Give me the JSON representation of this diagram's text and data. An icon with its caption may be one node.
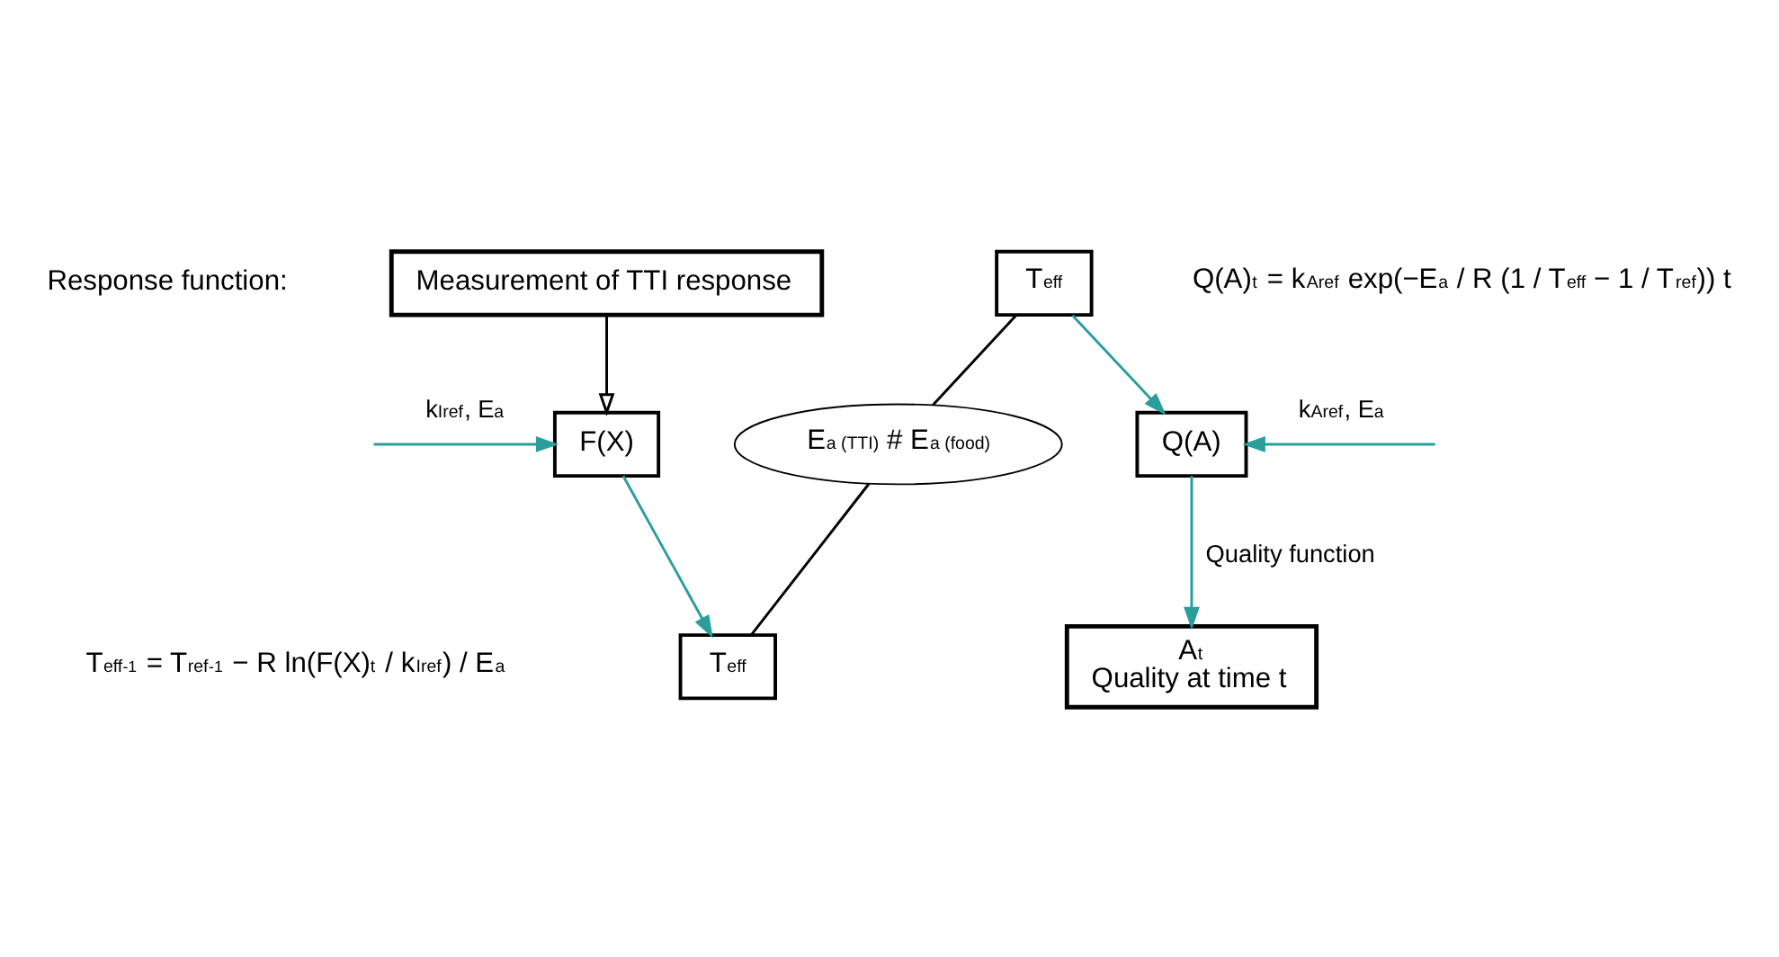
{
  "diagram": {
    "nodes": [
      {
        "text": [
          "Measurement of TTI response"
        ]
      },
      {
        "text": [
          "F(X)"
        ]
      },
      {
        "text": [
          "T$_{eff}$"
        ]
      },
      {
        "text": [
          "E$_{a (TTI)}$ # E$_{a (food)}$"
        ]
      },
      {
        "text": [
          "T$_{eff}$"
        ]
      },
      {
        "text": [
          "Q(A)"
        ]
      },
      {
        "text": [
          "A$_{t}$",
          "Quality at time t"
        ]
      }
    ],
    "edges": [
      {
        "from": 0,
        "to": 1,
        "arrow": "to",
        "color": "#000000"
      },
      {
        "from": null,
        "to": 1,
        "arrow": "to",
        "label": "k$_{Iref}$, E$_{a}$"
      },
      {
        "from": 1,
        "to": 2,
        "arrow": "to"
      },
      {
        "from": 2,
        "to": 3,
        "arrow": "none",
        "color": "#000000"
      },
      {
        "from": 3,
        "to": 4,
        "arrow": "none",
        "color": "#000000"
      },
      {
        "from": 4,
        "to": 5,
        "arrow": "to"
      },
      {
        "from": null,
        "to": 5,
        "arrow": "to",
        "label": "k$_{Aref}$, E$_{a}$"
      },
      {
        "from": 5,
        "to": 6,
        "arrow": "to",
        "label": "Quality function"
      }
    ],
    "labels": [
      "Response function:",
      "T$_{eff}$$^{-1}$ = T$_{ref}$$^{-1}$ − R ln(F(X)$_{t}$ / k$_{Iref}$) / E$_{a}$",
      "Q(A)$_{t}$ = k$_{Aref}$ exp(−E$_{a}$ / R (1 / T$_{eff}$ − 1 / T$_{ref}$)) t"
    ]
  }
}
